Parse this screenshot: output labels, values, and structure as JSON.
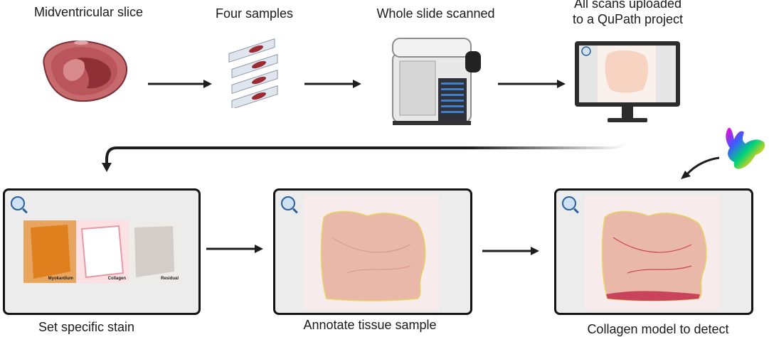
{
  "top_steps": [
    {
      "label": "Midventricular slice"
    },
    {
      "label": "Four samples"
    },
    {
      "label": "Whole slide scanned"
    },
    {
      "label": "All scans uploaded\nto a QuPath project"
    }
  ],
  "bottom_steps": [
    {
      "label": "Set specific stain"
    },
    {
      "label": "Annotate tissue sample"
    },
    {
      "label": "Collagen model to detect"
    }
  ],
  "stain_labels": [
    "Myokardium",
    "Collagen",
    "Residual"
  ],
  "colors": {
    "arrow": "#1e1e1e",
    "tissue_red": "#b85a5e",
    "tissue_dark": "#8f2f36",
    "panel_border": "#141414"
  }
}
